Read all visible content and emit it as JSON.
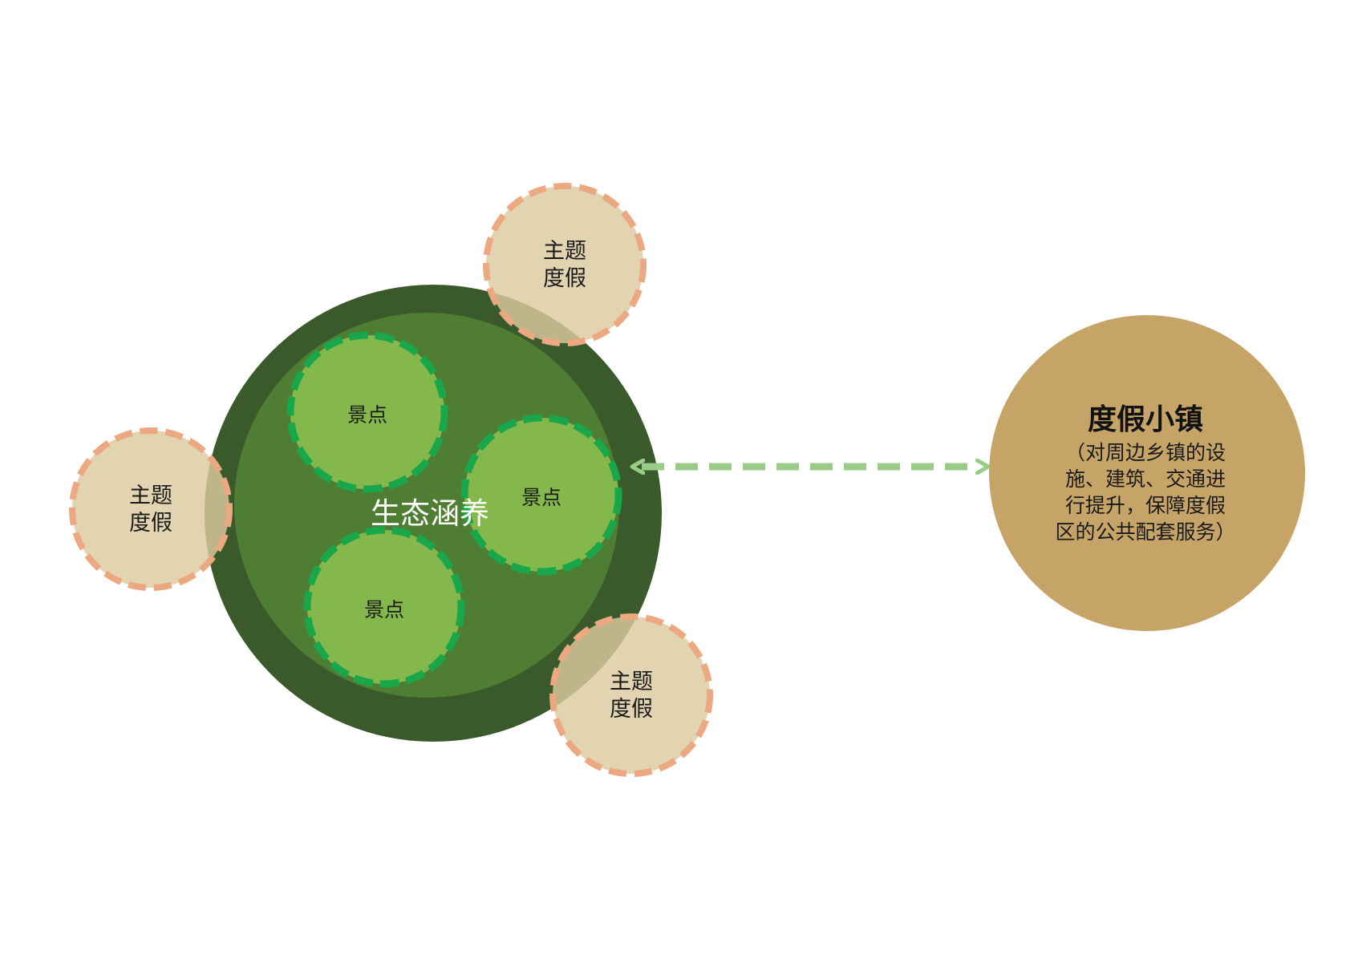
{
  "core": {
    "label": "生态涵养",
    "colors": {
      "outer": "#3a5a2b",
      "inner": "#4e7d33"
    }
  },
  "scenic_spots": [
    {
      "label": "景点"
    },
    {
      "label": "景点"
    },
    {
      "label": "景点"
    }
  ],
  "resort_nodes": [
    {
      "line1": "主题",
      "line2": "度假"
    },
    {
      "line1": "主题",
      "line2": "度假"
    },
    {
      "line1": "主题",
      "line2": "度假"
    }
  ],
  "town": {
    "title": "度假小镇",
    "desc_lines": [
      "（对周边乡镇的设",
      "施、建筑、交通进",
      "行提升，保障度假",
      "区的公共配套服务）"
    ],
    "color": "#c6a467"
  },
  "connector": {
    "style": "dashed-bidirectional",
    "color": "#9acb87"
  },
  "colors": {
    "spot_fill": "#84b84c",
    "spot_border": "#1aa64a",
    "resort_fill": "#dcc9a0",
    "resort_border": "#eca880"
  }
}
